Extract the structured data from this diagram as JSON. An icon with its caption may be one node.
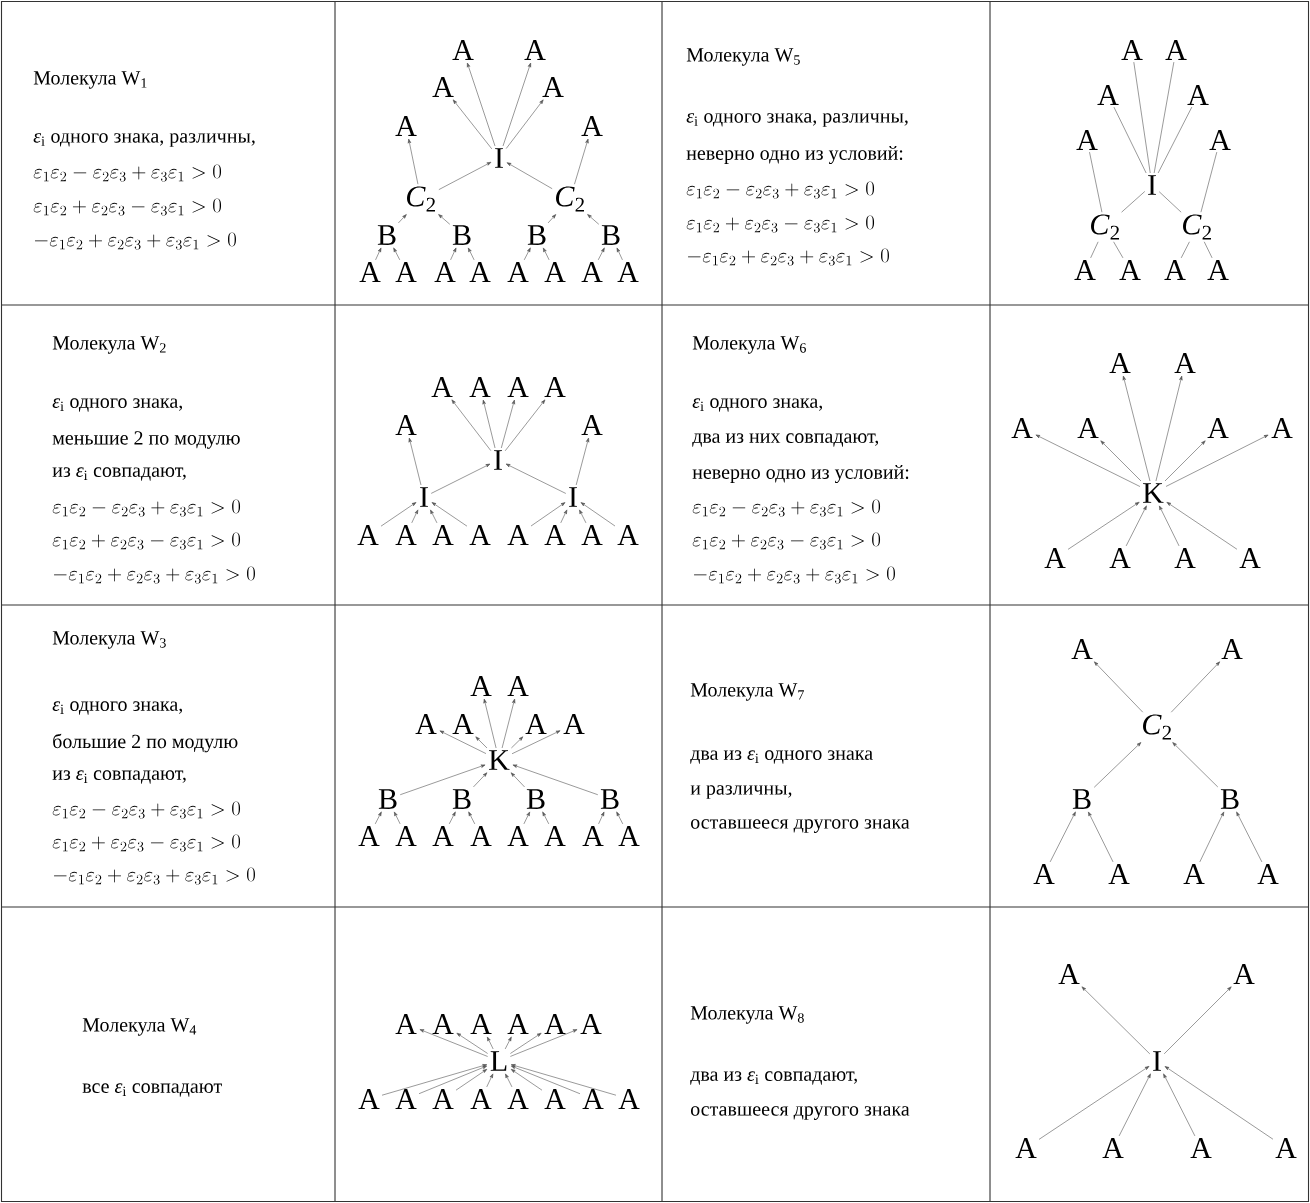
{
  "diagram": {
    "nodes": [
      {
        "text": [
          "A"
        ]
      },
      {
        "text": [
          "A"
        ]
      },
      {
        "text": [
          "A"
        ]
      },
      {
        "text": [
          "A"
        ]
      },
      {
        "text": [
          "A"
        ]
      },
      {
        "text": [
          "A"
        ]
      },
      {
        "text": [
          "I"
        ]
      },
      {
        "text": [
          "*C*$_{2}$"
        ]
      },
      {
        "text": [
          "*C*$_{2}$"
        ]
      },
      {
        "text": [
          "B"
        ]
      },
      {
        "text": [
          "B"
        ]
      },
      {
        "text": [
          "B"
        ]
      },
      {
        "text": [
          "B"
        ]
      },
      {
        "text": [
          "A"
        ]
      },
      {
        "text": [
          "A"
        ]
      },
      {
        "text": [
          "A"
        ]
      },
      {
        "text": [
          "A"
        ]
      },
      {
        "text": [
          "A"
        ]
      },
      {
        "text": [
          "A"
        ]
      },
      {
        "text": [
          "A"
        ]
      },
      {
        "text": [
          "A"
        ]
      },
      {
        "text": [
          "A"
        ]
      },
      {
        "text": [
          "A"
        ]
      },
      {
        "text": [
          "A"
        ]
      },
      {
        "text": [
          "A"
        ]
      },
      {
        "text": [
          "A"
        ]
      },
      {
        "text": [
          "A"
        ]
      },
      {
        "text": [
          "I"
        ]
      },
      {
        "text": [
          "*C*$_{2}$"
        ]
      },
      {
        "text": [
          "*C*$_{2}$"
        ]
      },
      {
        "text": [
          "A"
        ]
      },
      {
        "text": [
          "A"
        ]
      },
      {
        "text": [
          "A"
        ]
      },
      {
        "text": [
          "A"
        ]
      },
      {
        "text": [
          "A"
        ]
      },
      {
        "text": [
          "A"
        ]
      },
      {
        "text": [
          "A"
        ]
      },
      {
        "text": [
          "A"
        ]
      },
      {
        "text": [
          "A"
        ]
      },
      {
        "text": [
          "A"
        ]
      },
      {
        "text": [
          "I"
        ]
      },
      {
        "text": [
          "I"
        ]
      },
      {
        "text": [
          "I"
        ]
      },
      {
        "text": [
          "A"
        ]
      },
      {
        "text": [
          "A"
        ]
      },
      {
        "text": [
          "A"
        ]
      },
      {
        "text": [
          "A"
        ]
      },
      {
        "text": [
          "A"
        ]
      },
      {
        "text": [
          "A"
        ]
      },
      {
        "text": [
          "A"
        ]
      },
      {
        "text": [
          "A"
        ]
      },
      {
        "text": [
          "A"
        ]
      },
      {
        "text": [
          "A"
        ]
      },
      {
        "text": [
          "A"
        ]
      },
      {
        "text": [
          "A"
        ]
      },
      {
        "text": [
          "A"
        ]
      },
      {
        "text": [
          "A"
        ]
      },
      {
        "text": [
          "K"
        ]
      },
      {
        "text": [
          "A"
        ]
      },
      {
        "text": [
          "A"
        ]
      },
      {
        "text": [
          "A"
        ]
      },
      {
        "text": [
          "A"
        ]
      },
      {
        "text": [
          "A"
        ]
      },
      {
        "text": [
          "A"
        ]
      },
      {
        "text": [
          "A"
        ]
      },
      {
        "text": [
          "A"
        ]
      },
      {
        "text": [
          "A"
        ]
      },
      {
        "text": [
          "A"
        ]
      },
      {
        "text": [
          "K"
        ]
      },
      {
        "text": [
          "B"
        ]
      },
      {
        "text": [
          "B"
        ]
      },
      {
        "text": [
          "B"
        ]
      },
      {
        "text": [
          "B"
        ]
      },
      {
        "text": [
          "A"
        ]
      },
      {
        "text": [
          "A"
        ]
      },
      {
        "text": [
          "A"
        ]
      },
      {
        "text": [
          "A"
        ]
      },
      {
        "text": [
          "A"
        ]
      },
      {
        "text": [
          "A"
        ]
      },
      {
        "text": [
          "A"
        ]
      },
      {
        "text": [
          "A"
        ]
      },
      {
        "text": [
          "A"
        ]
      },
      {
        "text": [
          "A"
        ]
      },
      {
        "text": [
          "*C*$_{2}$"
        ]
      },
      {
        "text": [
          "B"
        ]
      },
      {
        "text": [
          "B"
        ]
      },
      {
        "text": [
          "A"
        ]
      },
      {
        "text": [
          "A"
        ]
      },
      {
        "text": [
          "A"
        ]
      },
      {
        "text": [
          "A"
        ]
      },
      {
        "text": [
          "A"
        ]
      },
      {
        "text": [
          "A"
        ]
      },
      {
        "text": [
          "A"
        ]
      },
      {
        "text": [
          "A"
        ]
      },
      {
        "text": [
          "A"
        ]
      },
      {
        "text": [
          "A"
        ]
      },
      {
        "text": [
          "L"
        ]
      },
      {
        "text": [
          "A"
        ]
      },
      {
        "text": [
          "A"
        ]
      },
      {
        "text": [
          "A"
        ]
      },
      {
        "text": [
          "A"
        ]
      },
      {
        "text": [
          "A"
        ]
      },
      {
        "text": [
          "A"
        ]
      },
      {
        "text": [
          "A"
        ]
      },
      {
        "text": [
          "A"
        ]
      },
      {
        "text": [
          "A"
        ]
      },
      {
        "text": [
          "A"
        ]
      },
      {
        "text": [
          "I"
        ]
      },
      {
        "text": [
          "A"
        ]
      },
      {
        "text": [
          "A"
        ]
      },
      {
        "text": [
          "A"
        ]
      },
      {
        "text": [
          "A"
        ]
      }
    ],
    "edges": [
      {
        "from": 6,
        "to": 0,
        "arrow": "to"
      },
      {
        "from": 6,
        "to": 1,
        "arrow": "to"
      },
      {
        "from": 6,
        "to": 2,
        "arrow": "to"
      },
      {
        "from": 6,
        "to": 3,
        "arrow": "to"
      },
      {
        "from": 7,
        "to": 4,
        "arrow": "to"
      },
      {
        "from": 8,
        "to": 5,
        "arrow": "to"
      },
      {
        "from": 7,
        "to": 6,
        "arrow": "to"
      },
      {
        "from": 8,
        "to": 6,
        "arrow": "to"
      },
      {
        "from": 9,
        "to": 7,
        "arrow": "to"
      },
      {
        "from": 10,
        "to": 7,
        "arrow": "to"
      },
      {
        "from": 11,
        "to": 8,
        "arrow": "to"
      },
      {
        "from": 12,
        "to": 8,
        "arrow": "to"
      },
      {
        "from": 13,
        "to": 9,
        "arrow": "to"
      },
      {
        "from": 14,
        "to": 9,
        "arrow": "to"
      },
      {
        "from": 15,
        "to": 10,
        "arrow": "to"
      },
      {
        "from": 16,
        "to": 10,
        "arrow": "to"
      },
      {
        "from": 17,
        "to": 11,
        "arrow": "to"
      },
      {
        "from": 18,
        "to": 11,
        "arrow": "to"
      },
      {
        "from": 19,
        "to": 12,
        "arrow": "to"
      },
      {
        "from": 20,
        "to": 12,
        "arrow": "to"
      },
      {
        "from": 27,
        "to": 21,
        "arrow": "none"
      },
      {
        "from": 27,
        "to": 22,
        "arrow": "none"
      },
      {
        "from": 27,
        "to": 23,
        "arrow": "none"
      },
      {
        "from": 27,
        "to": 24,
        "arrow": "none"
      },
      {
        "from": 28,
        "to": 25,
        "arrow": "none"
      },
      {
        "from": 29,
        "to": 26,
        "arrow": "none"
      },
      {
        "from": 28,
        "to": 27,
        "arrow": "none"
      },
      {
        "from": 29,
        "to": 27,
        "arrow": "none"
      },
      {
        "from": 30,
        "to": 28,
        "arrow": "none"
      },
      {
        "from": 31,
        "to": 28,
        "arrow": "none"
      },
      {
        "from": 32,
        "to": 29,
        "arrow": "none"
      },
      {
        "from": 33,
        "to": 29,
        "arrow": "none"
      },
      {
        "from": 40,
        "to": 34,
        "arrow": "to"
      },
      {
        "from": 40,
        "to": 35,
        "arrow": "to"
      },
      {
        "from": 40,
        "to": 36,
        "arrow": "to"
      },
      {
        "from": 40,
        "to": 37,
        "arrow": "to"
      },
      {
        "from": 41,
        "to": 38,
        "arrow": "to"
      },
      {
        "from": 42,
        "to": 39,
        "arrow": "to"
      },
      {
        "from": 41,
        "to": 40,
        "arrow": "to"
      },
      {
        "from": 42,
        "to": 40,
        "arrow": "to"
      },
      {
        "from": 43,
        "to": 41,
        "arrow": "to"
      },
      {
        "from": 44,
        "to": 41,
        "arrow": "to"
      },
      {
        "from": 45,
        "to": 41,
        "arrow": "to"
      },
      {
        "from": 46,
        "to": 41,
        "arrow": "to"
      },
      {
        "from": 47,
        "to": 42,
        "arrow": "to"
      },
      {
        "from": 48,
        "to": 42,
        "arrow": "to"
      },
      {
        "from": 49,
        "to": 42,
        "arrow": "to"
      },
      {
        "from": 50,
        "to": 42,
        "arrow": "to"
      },
      {
        "from": 57,
        "to": 51,
        "arrow": "to"
      },
      {
        "from": 57,
        "to": 52,
        "arrow": "to"
      },
      {
        "from": 57,
        "to": 53,
        "arrow": "to"
      },
      {
        "from": 57,
        "to": 54,
        "arrow": "to"
      },
      {
        "from": 57,
        "to": 55,
        "arrow": "to"
      },
      {
        "from": 57,
        "to": 56,
        "arrow": "to"
      },
      {
        "from": 58,
        "to": 57,
        "arrow": "to"
      },
      {
        "from": 59,
        "to": 57,
        "arrow": "to"
      },
      {
        "from": 60,
        "to": 57,
        "arrow": "to"
      },
      {
        "from": 61,
        "to": 57,
        "arrow": "to"
      },
      {
        "from": 68,
        "to": 62,
        "arrow": "to"
      },
      {
        "from": 68,
        "to": 63,
        "arrow": "to"
      },
      {
        "from": 68,
        "to": 64,
        "arrow": "to"
      },
      {
        "from": 68,
        "to": 65,
        "arrow": "to"
      },
      {
        "from": 68,
        "to": 66,
        "arrow": "to"
      },
      {
        "from": 68,
        "to": 67,
        "arrow": "to"
      },
      {
        "from": 69,
        "to": 68,
        "arrow": "to"
      },
      {
        "from": 70,
        "to": 68,
        "arrow": "to"
      },
      {
        "from": 71,
        "to": 68,
        "arrow": "to"
      },
      {
        "from": 72,
        "to": 68,
        "arrow": "to"
      },
      {
        "from": 73,
        "to": 69,
        "arrow": "to"
      },
      {
        "from": 74,
        "to": 69,
        "arrow": "to"
      },
      {
        "from": 75,
        "to": 70,
        "arrow": "to"
      },
      {
        "from": 76,
        "to": 70,
        "arrow": "to"
      },
      {
        "from": 77,
        "to": 71,
        "arrow": "to"
      },
      {
        "from": 78,
        "to": 71,
        "arrow": "to"
      },
      {
        "from": 79,
        "to": 72,
        "arrow": "to"
      },
      {
        "from": 80,
        "to": 72,
        "arrow": "to"
      },
      {
        "from": 83,
        "to": 81,
        "arrow": "to"
      },
      {
        "from": 83,
        "to": 82,
        "arrow": "to"
      },
      {
        "from": 84,
        "to": 83,
        "arrow": "to"
      },
      {
        "from": 85,
        "to": 83,
        "arrow": "to"
      },
      {
        "from": 86,
        "to": 84,
        "arrow": "to"
      },
      {
        "from": 87,
        "to": 84,
        "arrow": "to"
      },
      {
        "from": 88,
        "to": 85,
        "arrow": "to"
      },
      {
        "from": 89,
        "to": 85,
        "arrow": "to"
      },
      {
        "from": 96,
        "to": 90,
        "arrow": "to"
      },
      {
        "from": 96,
        "to": 91,
        "arrow": "to"
      },
      {
        "from": 96,
        "to": 92,
        "arrow": "to"
      },
      {
        "from": 96,
        "to": 93,
        "arrow": "to"
      },
      {
        "from": 96,
        "to": 94,
        "arrow": "to"
      },
      {
        "from": 96,
        "to": 95,
        "arrow": "to"
      },
      {
        "from": 97,
        "to": 96,
        "arrow": "to"
      },
      {
        "from": 98,
        "to": 96,
        "arrow": "to"
      },
      {
        "from": 99,
        "to": 96,
        "arrow": "to"
      },
      {
        "from": 100,
        "to": 96,
        "arrow": "to"
      },
      {
        "from": 101,
        "to": 96,
        "arrow": "to"
      },
      {
        "from": 102,
        "to": 96,
        "arrow": "to"
      },
      {
        "from": 103,
        "to": 96,
        "arrow": "to"
      },
      {
        "from": 104,
        "to": 96,
        "arrow": "to"
      },
      {
        "from": 107,
        "to": 105,
        "arrow": "to"
      },
      {
        "from": 107,
        "to": 106,
        "arrow": "to"
      },
      {
        "from": 108,
        "to": 107,
        "arrow": "to"
      },
      {
        "from": 109,
        "to": 107,
        "arrow": "to"
      },
      {
        "from": 110,
        "to": 107,
        "arrow": "to"
      },
      {
        "from": 111,
        "to": 107,
        "arrow": "to"
      }
    ],
    "labels": [
      "Молекула W$_{1}$",
      "*ε*$_{i}$ одного знака, различны,",
      "\\varepsilon_1\\varepsilon_2-\\varepsilon_2\\varepsilon_3+\\varepsilon_3\\varepsilon_1>0",
      "\\varepsilon_1\\varepsilon_2+\\varepsilon_2\\varepsilon_3-\\varepsilon_3\\varepsilon_1>0",
      "-\\varepsilon_1\\varepsilon_2+\\varepsilon_2\\varepsilon_3+\\varepsilon_3\\varepsilon_1>0",
      "Молекула W$_{5}$",
      "*ε*$_{i}$ одного знака, различны,",
      "неверно одно из условий:",
      "\\varepsilon_1\\varepsilon_2-\\varepsilon_2\\varepsilon_3+\\varepsilon_3\\varepsilon_1>0",
      "\\varepsilon_1\\varepsilon_2+\\varepsilon_2\\varepsilon_3-\\varepsilon_3\\varepsilon_1>0",
      "-\\varepsilon_1\\varepsilon_2+\\varepsilon_2\\varepsilon_3+\\varepsilon_3\\varepsilon_1>0",
      "Молекула W$_{2}$",
      "*ε*$_{i}$ одного знака,",
      "меньшие 2 по модулю",
      "из *ε*$_{i}$ совпадают,",
      "\\varepsilon_1\\varepsilon_2-\\varepsilon_2\\varepsilon_3+\\varepsilon_3\\varepsilon_1>0",
      "\\varepsilon_1\\varepsilon_2+\\varepsilon_2\\varepsilon_3-\\varepsilon_3\\varepsilon_1>0",
      "-\\varepsilon_1\\varepsilon_2+\\varepsilon_2\\varepsilon_3+\\varepsilon_3\\varepsilon_1>0",
      "Молекула W$_{6}$",
      "*ε*$_{i}$ одного знака,",
      "два из них совпадают,",
      "неверно одно из условий:",
      "\\varepsilon_1\\varepsilon_2-\\varepsilon_2\\varepsilon_3+\\varepsilon_3\\varepsilon_1>0",
      "\\varepsilon_1\\varepsilon_2+\\varepsilon_2\\varepsilon_3-\\varepsilon_3\\varepsilon_1>0",
      "-\\varepsilon_1\\varepsilon_2+\\varepsilon_2\\varepsilon_3+\\varepsilon_3\\varepsilon_1>0",
      "Молекула W$_{3}$",
      "*ε*$_{i}$ одного знака,",
      "большие 2 по модулю",
      "из *ε*$_{i}$ совпадают,",
      "\\varepsilon_1\\varepsilon_2-\\varepsilon_2\\varepsilon_3+\\varepsilon_3\\varepsilon_1>0",
      "\\varepsilon_1\\varepsilon_2+\\varepsilon_2\\varepsilon_3-\\varepsilon_3\\varepsilon_1>0",
      "-\\varepsilon_1\\varepsilon_2+\\varepsilon_2\\varepsilon_3+\\varepsilon_3\\varepsilon_1>0",
      "Молекула W$_{7}$",
      "два из *ε*$_{i}$ одного знака",
      "и различны,",
      "оставшееся другого знака",
      "Молекула W$_{4}$",
      "все *ε*$_{i}$ совпадают",
      "Молекула W$_{8}$",
      "два из *ε*$_{i}$ совпадают,",
      "оставшееся другого знака"
    ]
  }
}
